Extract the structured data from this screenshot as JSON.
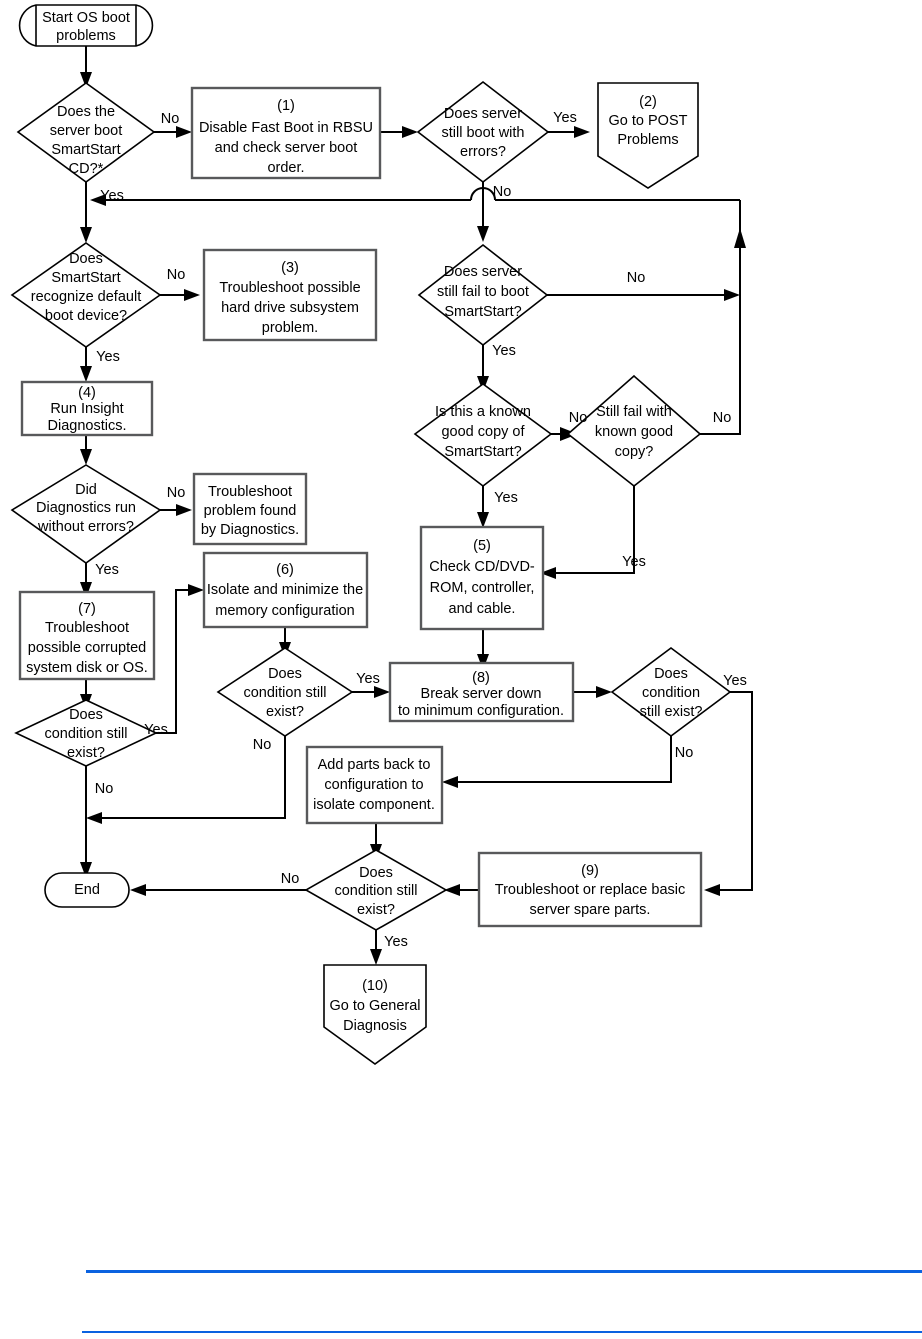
{
  "document": {
    "title": "OS boot problems flowchart",
    "accent_color": "#0a62e0",
    "line_color": "#000000",
    "background_color": "#ffffff"
  },
  "chart_data": {
    "type": "diagram",
    "subtype": "flowchart",
    "title": "OS boot problems flowchart",
    "nodes": [
      {
        "id": "start",
        "shape": "terminator",
        "lines": [
          "Start OS boot",
          "problems"
        ]
      },
      {
        "id": "d1",
        "shape": "decision",
        "lines": [
          "Does the",
          "server boot",
          "SmartStart",
          "CD?*"
        ]
      },
      {
        "id": "p1",
        "shape": "process",
        "lines": [
          "(1)",
          "Disable Fast Boot in RBSU",
          "and check server boot",
          "order."
        ]
      },
      {
        "id": "d2",
        "shape": "decision",
        "lines": [
          "Does server",
          "still boot with",
          "errors?"
        ]
      },
      {
        "id": "p2",
        "shape": "reference",
        "lines": [
          "(2)",
          "Go to POST",
          "Problems"
        ]
      },
      {
        "id": "d3",
        "shape": "decision",
        "lines": [
          "Does",
          "SmartStart",
          "recognize default",
          "boot device?"
        ]
      },
      {
        "id": "p3",
        "shape": "process",
        "lines": [
          "(3)",
          "Troubleshoot possible",
          "hard drive subsystem",
          "problem."
        ]
      },
      {
        "id": "d4",
        "shape": "decision",
        "lines": [
          "Does server",
          "still fail to boot",
          "SmartStart?"
        ]
      },
      {
        "id": "p4",
        "shape": "process",
        "lines": [
          "(4)",
          "Run Insight",
          "Diagnostics."
        ]
      },
      {
        "id": "d5",
        "shape": "decision",
        "lines": [
          "Is this a known",
          "good copy of",
          "SmartStart?"
        ]
      },
      {
        "id": "d6",
        "shape": "decision",
        "lines": [
          "Still fail with",
          "known good",
          "copy?"
        ]
      },
      {
        "id": "d7",
        "shape": "decision",
        "lines": [
          "Did",
          "Diagnostics run",
          "without errors?"
        ]
      },
      {
        "id": "p5d",
        "shape": "process",
        "lines": [
          "Troubleshoot",
          "problem found",
          "by Diagnostics."
        ]
      },
      {
        "id": "p5",
        "shape": "process",
        "lines": [
          "(5)",
          "Check CD/DVD-",
          "ROM, controller,",
          "and cable."
        ]
      },
      {
        "id": "p6",
        "shape": "process",
        "lines": [
          "(6)",
          "Isolate and minimize the",
          "memory configuration"
        ]
      },
      {
        "id": "p7",
        "shape": "process",
        "lines": [
          "(7)",
          "Troubleshoot",
          "possible corrupted",
          "system disk or OS."
        ]
      },
      {
        "id": "d8",
        "shape": "decision",
        "lines": [
          "Does",
          "condition still",
          "exist?"
        ]
      },
      {
        "id": "d9",
        "shape": "decision",
        "lines": [
          "Does",
          "condition still",
          "exist?"
        ]
      },
      {
        "id": "p8",
        "shape": "process",
        "lines": [
          "(8)",
          "Break server down",
          "to minimum configuration."
        ]
      },
      {
        "id": "d10",
        "shape": "decision",
        "lines": [
          "Does",
          "condition",
          "still exist?"
        ]
      },
      {
        "id": "padd",
        "shape": "process",
        "lines": [
          "Add parts back to",
          "configuration to",
          "isolate component."
        ]
      },
      {
        "id": "d11",
        "shape": "decision",
        "lines": [
          "Does",
          "condition still",
          "exist?"
        ]
      },
      {
        "id": "p9",
        "shape": "process",
        "lines": [
          "(9)",
          "Troubleshoot or replace basic",
          "server spare parts."
        ]
      },
      {
        "id": "end",
        "shape": "terminator",
        "lines": [
          "End"
        ]
      },
      {
        "id": "p10",
        "shape": "reference",
        "lines": [
          "(10)",
          "Go to General",
          "Diagnosis"
        ]
      }
    ],
    "edges": [
      {
        "from": "start",
        "to": "d1",
        "label": ""
      },
      {
        "from": "d1",
        "to": "p1",
        "label": "No"
      },
      {
        "from": "d1",
        "to": "d3",
        "label": "Yes"
      },
      {
        "from": "p1",
        "to": "d2",
        "label": ""
      },
      {
        "from": "d2",
        "to": "p2",
        "label": "Yes"
      },
      {
        "from": "d2",
        "to": "d4",
        "label": "No"
      },
      {
        "from": "d2",
        "to": "d3",
        "label": ""
      },
      {
        "from": "d3",
        "to": "p3",
        "label": "No"
      },
      {
        "from": "d3",
        "to": "p4",
        "label": "Yes"
      },
      {
        "from": "d4",
        "to": "loop_up",
        "label": "No"
      },
      {
        "from": "d4",
        "to": "d5",
        "label": "Yes"
      },
      {
        "from": "d5",
        "to": "d6",
        "label": "No"
      },
      {
        "from": "d5",
        "to": "p5",
        "label": "Yes"
      },
      {
        "from": "d6",
        "to": "loop_up",
        "label": "No"
      },
      {
        "from": "d6",
        "to": "p5",
        "label": "Yes"
      },
      {
        "from": "p4",
        "to": "d7",
        "label": ""
      },
      {
        "from": "d7",
        "to": "p5d",
        "label": "No"
      },
      {
        "from": "d7",
        "to": "p7",
        "label": "Yes"
      },
      {
        "from": "p5",
        "to": "p8",
        "label": ""
      },
      {
        "from": "p7",
        "to": "d8",
        "label": ""
      },
      {
        "from": "d8",
        "to": "p6",
        "label": "Yes"
      },
      {
        "from": "d8",
        "to": "end",
        "label": "No"
      },
      {
        "from": "p6",
        "to": "d9",
        "label": ""
      },
      {
        "from": "d9",
        "to": "p8",
        "label": "Yes"
      },
      {
        "from": "d9",
        "to": "end",
        "label": "No"
      },
      {
        "from": "p8",
        "to": "d10",
        "label": ""
      },
      {
        "from": "d10",
        "to": "p9",
        "label": "Yes"
      },
      {
        "from": "d10",
        "to": "padd",
        "label": "No"
      },
      {
        "from": "padd",
        "to": "d11",
        "label": ""
      },
      {
        "from": "d11",
        "to": "end",
        "label": "No"
      },
      {
        "from": "d11",
        "to": "p10",
        "label": "Yes"
      },
      {
        "from": "p9",
        "to": "d11",
        "label": ""
      }
    ],
    "edge_labels": [
      "No",
      "Yes"
    ]
  },
  "text": {
    "start_l1": "Start OS boot",
    "start_l2": "problems",
    "d1_l1": "Does the",
    "d1_l2": "server boot",
    "d1_l3": "SmartStart",
    "d1_l4": "CD?*",
    "p1_l1": "(1)",
    "p1_l2": "Disable Fast Boot in RBSU",
    "p1_l3": "and check server boot",
    "p1_l4": "order.",
    "d2_l1": "Does server",
    "d2_l2": "still boot with",
    "d2_l3": "errors?",
    "p2_l1": "(2)",
    "p2_l2": "Go to POST",
    "p2_l3": "Problems",
    "d3_l1": "Does",
    "d3_l2": "SmartStart",
    "d3_l3": "recognize default",
    "d3_l4": "boot device?",
    "p3_l1": "(3)",
    "p3_l2": "Troubleshoot possible",
    "p3_l3": "hard drive subsystem",
    "p3_l4": "problem.",
    "d4_l1": "Does server",
    "d4_l2": "still fail to boot",
    "d4_l3": "SmartStart?",
    "p4_l1": "(4)",
    "p4_l2": "Run Insight",
    "p4_l3": "Diagnostics.",
    "d5_l1": "Is this a known",
    "d5_l2": "good copy of",
    "d5_l3": "SmartStart?",
    "d6_l1": "Still fail with",
    "d6_l2": "known good",
    "d6_l3": "copy?",
    "d7_l1": "Did",
    "d7_l2": "Diagnostics run",
    "d7_l3": "without errors?",
    "pd_l1": "Troubleshoot",
    "pd_l2": "problem found",
    "pd_l3": "by Diagnostics.",
    "p5_l1": "(5)",
    "p5_l2": "Check CD/DVD-",
    "p5_l3": "ROM, controller,",
    "p5_l4": "and cable.",
    "p6_l1": "(6)",
    "p6_l2": "Isolate and minimize the",
    "p6_l3": "memory configuration",
    "p7_l1": "(7)",
    "p7_l2": "Troubleshoot",
    "p7_l3": "possible corrupted",
    "p7_l4": "system disk or OS.",
    "d8_l1": "Does",
    "d8_l2": "condition still",
    "d8_l3": "exist?",
    "d9_l1": "Does",
    "d9_l2": "condition still",
    "d9_l3": "exist?",
    "p8_l1": "(8)",
    "p8_l2": "Break server down",
    "p8_l3": "to minimum configuration.",
    "d10_l1": "Does",
    "d10_l2": "condition",
    "d10_l3": "still exist?",
    "padd_l1": "Add parts back to",
    "padd_l2": "configuration to",
    "padd_l3": "isolate component.",
    "d11_l1": "Does",
    "d11_l2": "condition still",
    "d11_l3": "exist?",
    "p9_l1": "(9)",
    "p9_l2": "Troubleshoot or replace basic",
    "p9_l3": "server spare parts.",
    "end_l1": "End",
    "p10_l1": "(10)",
    "p10_l2": "Go to General",
    "p10_l3": "Diagnosis",
    "yes": "Yes",
    "no": "No"
  }
}
